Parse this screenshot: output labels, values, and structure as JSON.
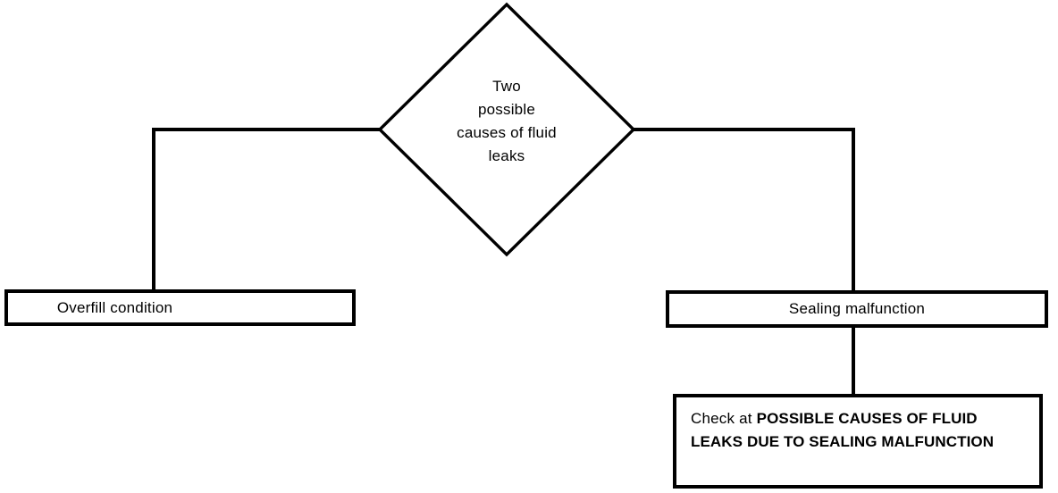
{
  "diagram": {
    "type": "flowchart",
    "title": "Two possible causes of fluid leaks",
    "background_color": "#ffffff",
    "line_color": "#000000",
    "decision": {
      "shape": "diamond",
      "text": "Two\npossible\ncauses of fluid\nleaks",
      "lines": [
        "Two",
        "possible",
        "causes of fluid",
        "leaks"
      ]
    },
    "branches": [
      {
        "side": "left",
        "box": {
          "shape": "rectangle",
          "text": "Overfill condition"
        }
      },
      {
        "side": "right",
        "box": {
          "shape": "rectangle",
          "text": "Sealing malfunction"
        }
      }
    ],
    "detail_box": {
      "shape": "rectangle",
      "prefix": "Check at ",
      "reference": "POSSIBLE CAUSES OF FLUID LEAKS DUE TO SEALING MALFUNCTION",
      "full_text": "Check at POSSIBLE CAUSES OF FLUID LEAKS DUE TO SEALING MALFUNCTION"
    }
  }
}
